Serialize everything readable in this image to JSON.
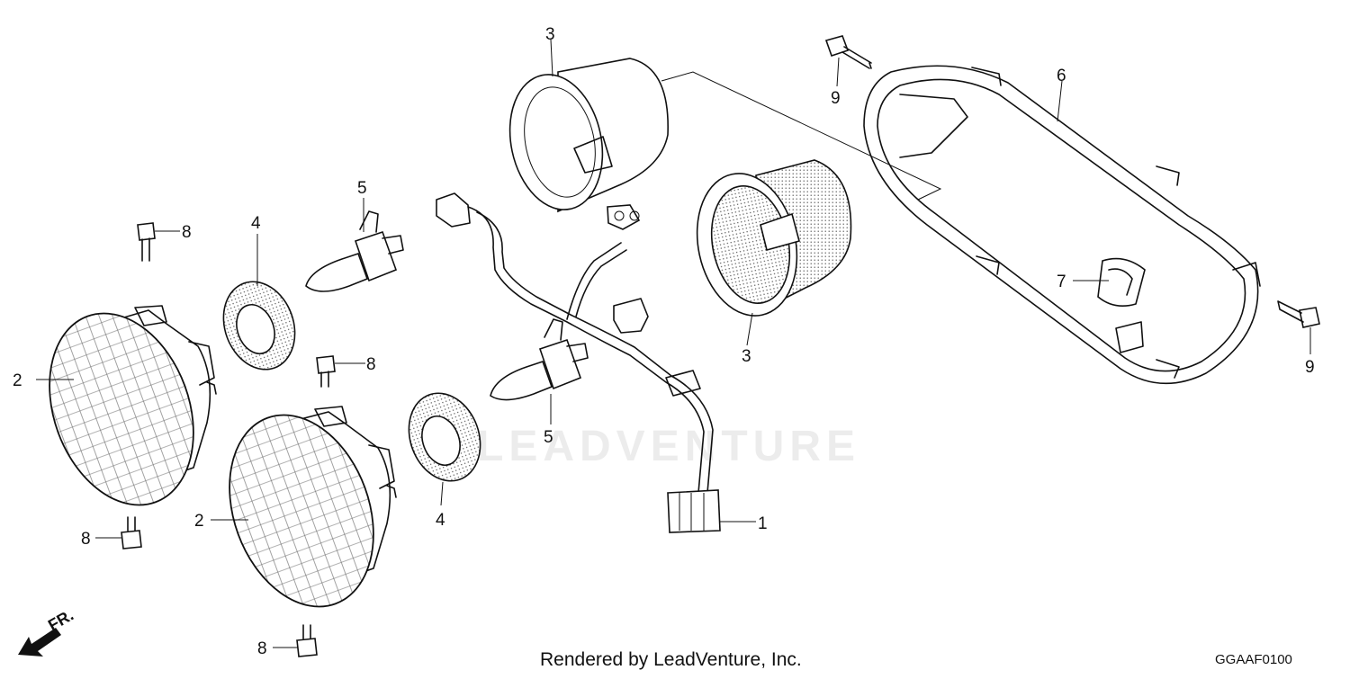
{
  "diagram": {
    "callouts": [
      {
        "id": "c1",
        "label": "1"
      },
      {
        "id": "c2a",
        "label": "2"
      },
      {
        "id": "c2b",
        "label": "2"
      },
      {
        "id": "c3a",
        "label": "3"
      },
      {
        "id": "c3b",
        "label": "3"
      },
      {
        "id": "c4a",
        "label": "4"
      },
      {
        "id": "c4b",
        "label": "4"
      },
      {
        "id": "c5a",
        "label": "5"
      },
      {
        "id": "c5b",
        "label": "5"
      },
      {
        "id": "c6",
        "label": "6"
      },
      {
        "id": "c7",
        "label": "7"
      },
      {
        "id": "c8a",
        "label": "8"
      },
      {
        "id": "c8b",
        "label": "8"
      },
      {
        "id": "c8c",
        "label": "8"
      },
      {
        "id": "c8d",
        "label": "8"
      },
      {
        "id": "c9a",
        "label": "9"
      },
      {
        "id": "c9b",
        "label": "9"
      }
    ],
    "front_indicator": "FR.",
    "credit": "Rendered by LeadVenture, Inc.",
    "diagram_code": "GGAAF0100",
    "watermark": "LEADVENTURE"
  }
}
